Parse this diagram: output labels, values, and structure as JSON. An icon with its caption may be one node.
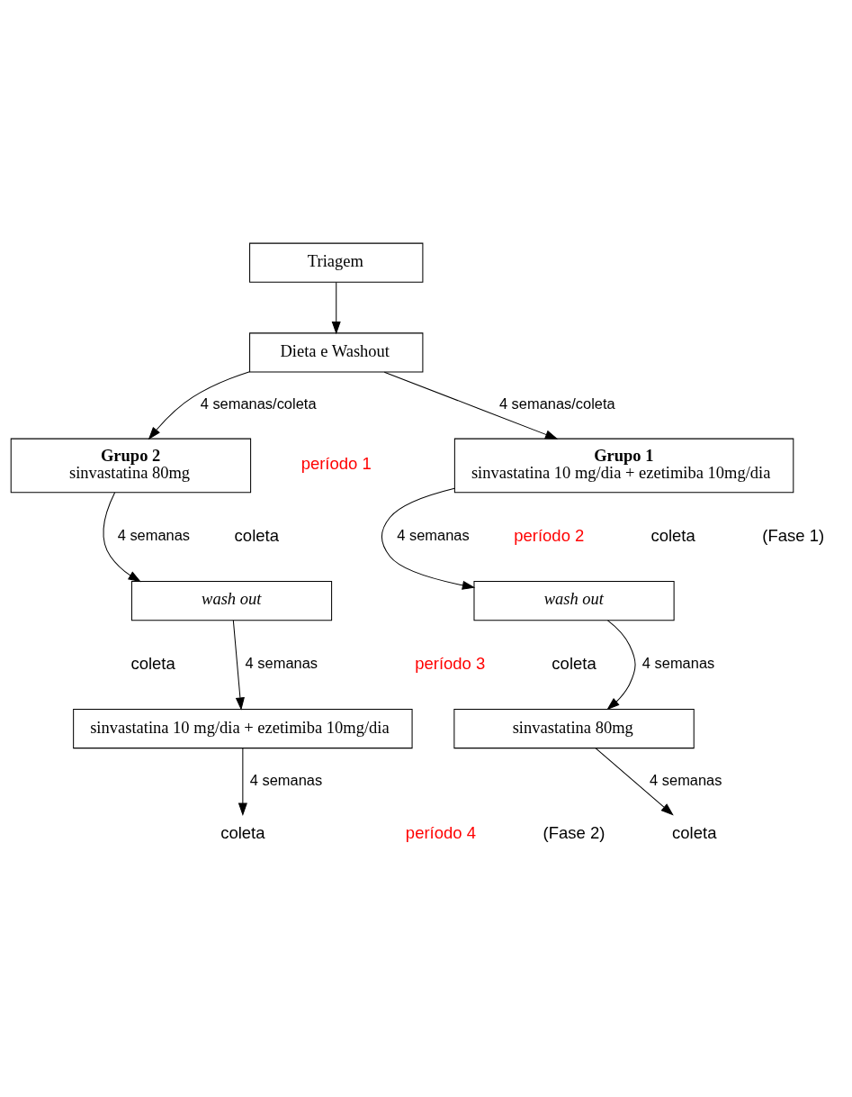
{
  "diagram": {
    "nodes": [
      {
        "text": [
          "Triagem"
        ]
      },
      {
        "text": [
          "Dieta e Washout"
        ]
      },
      {
        "text": [
          "Grupo 1",
          "sinvastatina 10 mg/dia + ezetimiba 10mg/dia"
        ]
      },
      {
        "text": [
          "Grupo 2",
          "sinvastatina 80mg"
        ]
      },
      {
        "text": [
          "wash out"
        ]
      },
      {
        "text": [
          "wash out"
        ]
      },
      {
        "text": [
          "sinvastatina 80mg"
        ]
      },
      {
        "text": [
          "sinvastatina 10 mg/dia + ezetimiba 10mg/dia"
        ]
      },
      {
        "text": [
          "coleta"
        ]
      },
      {
        "text": [
          "coleta"
        ]
      }
    ],
    "edges": [
      {
        "from": 0,
        "to": 1,
        "arrow": "to"
      },
      {
        "from": 1,
        "to": 2,
        "arrow": "to",
        "label": "4 semanas/coleta"
      },
      {
        "from": 1,
        "to": 3,
        "arrow": "to",
        "label": "4 semanas/coleta"
      },
      {
        "from": 2,
        "to": 4,
        "arrow": "to",
        "label": "4 semanas"
      },
      {
        "from": 3,
        "to": 5,
        "arrow": "to",
        "label": "4 semanas"
      },
      {
        "from": 4,
        "to": 6,
        "arrow": "to",
        "label": "4 semanas"
      },
      {
        "from": 5,
        "to": 7,
        "arrow": "to",
        "label": "4 semanas"
      },
      {
        "from": 6,
        "to": 8,
        "arrow": "to",
        "label": "4 semanas"
      },
      {
        "from": 7,
        "to": 9,
        "arrow": "to",
        "label": "4 semanas"
      }
    ],
    "labels": [
      "período 1",
      "período 2",
      "coleta",
      "(Fase 1)",
      "coleta",
      "período 3",
      "coleta",
      "coleta",
      "período 4",
      "(Fase 2)"
    ]
  }
}
